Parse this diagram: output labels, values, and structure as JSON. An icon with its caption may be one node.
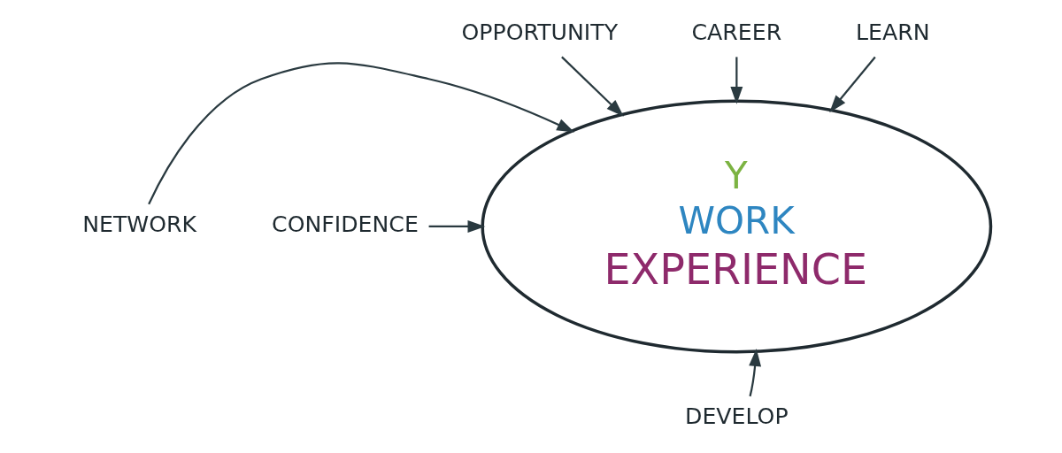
{
  "diagram": {
    "nodes": [
      {
        "text": [
          "OPPORTUNITY"
        ]
      },
      {
        "text": [
          "CAREER"
        ]
      },
      {
        "text": [
          "LEARN"
        ]
      },
      {
        "text": [
          "Y",
          "WORK",
          "EXPERIENCE"
        ]
      },
      {
        "text": [
          "NETWORK"
        ]
      },
      {
        "text": [
          "CONFIDENCE"
        ]
      },
      {
        "text": [
          "DEVELOP"
        ]
      }
    ],
    "edges": [
      {
        "from": 0,
        "to": 3,
        "arrow": "to"
      },
      {
        "from": 1,
        "to": 3,
        "arrow": "to"
      },
      {
        "from": 2,
        "to": 3,
        "arrow": "to"
      },
      {
        "from": 4,
        "to": 3,
        "arrow": "to"
      },
      {
        "from": 5,
        "to": 3,
        "arrow": "to"
      },
      {
        "from": 6,
        "to": 3,
        "arrow": "to"
      }
    ]
  }
}
